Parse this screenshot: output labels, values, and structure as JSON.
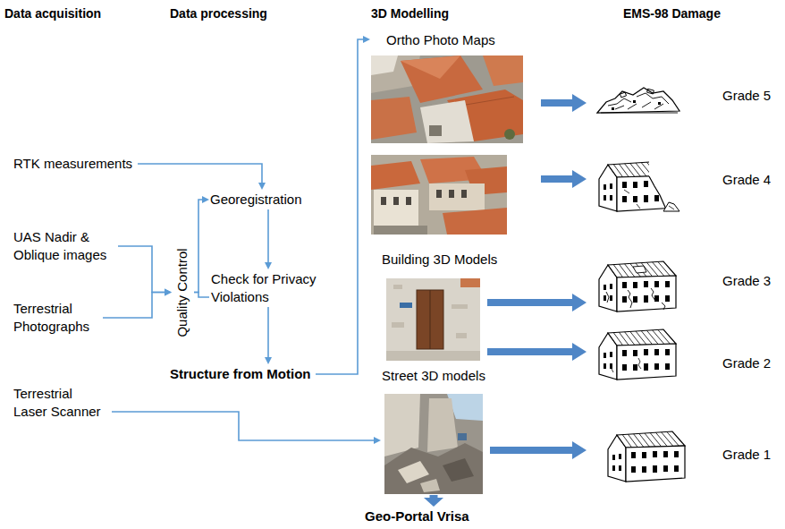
{
  "diagram": {
    "nodes": [
      {
        "text": [
          "RTK measurements"
        ]
      },
      {
        "text": [
          "UAS Nadir & Oblique images"
        ]
      },
      {
        "text": [
          "Terrestrial Photographs"
        ]
      },
      {
        "text": [
          "Terrestrial Laser Scanner"
        ]
      },
      {
        "text": [
          "Quality Control"
        ]
      },
      {
        "text": [
          "Georegistration"
        ]
      },
      {
        "text": [
          "Check for Privacy Violations"
        ]
      },
      {
        "text": [
          "Structure from Motion"
        ]
      },
      {
        "text": [
          "Ortho Photo Maps"
        ]
      },
      {
        "text": [
          "Building 3D Models"
        ]
      },
      {
        "text": [
          "Street 3D models"
        ]
      },
      {
        "text": [
          "Geo-Portal Vrisa"
        ]
      }
    ],
    "edges": [
      {
        "from": 0,
        "to": 5,
        "arrow": "to"
      },
      {
        "from": 1,
        "to": 4,
        "arrow": "to"
      },
      {
        "from": 2,
        "to": 4,
        "arrow": "to"
      },
      {
        "from": 4,
        "to": 5,
        "arrow": "to"
      },
      {
        "from": 4,
        "to": 6,
        "arrow": "none"
      },
      {
        "from": 5,
        "to": 6,
        "arrow": "to"
      },
      {
        "from": 6,
        "to": 7,
        "arrow": "to"
      },
      {
        "from": 7,
        "to": 8,
        "arrow": "to"
      },
      {
        "from": 3,
        "to": 10,
        "arrow": "to"
      },
      {
        "from": 10,
        "to": 11,
        "arrow": "to"
      }
    ],
    "labels": [
      "Data acquisition",
      "Data processing",
      "3D Modelling",
      "EMS-98 Damage",
      "Grade 5",
      "Grade 4",
      "Grade 3",
      "Grade 2",
      "Grade 1"
    ]
  }
}
